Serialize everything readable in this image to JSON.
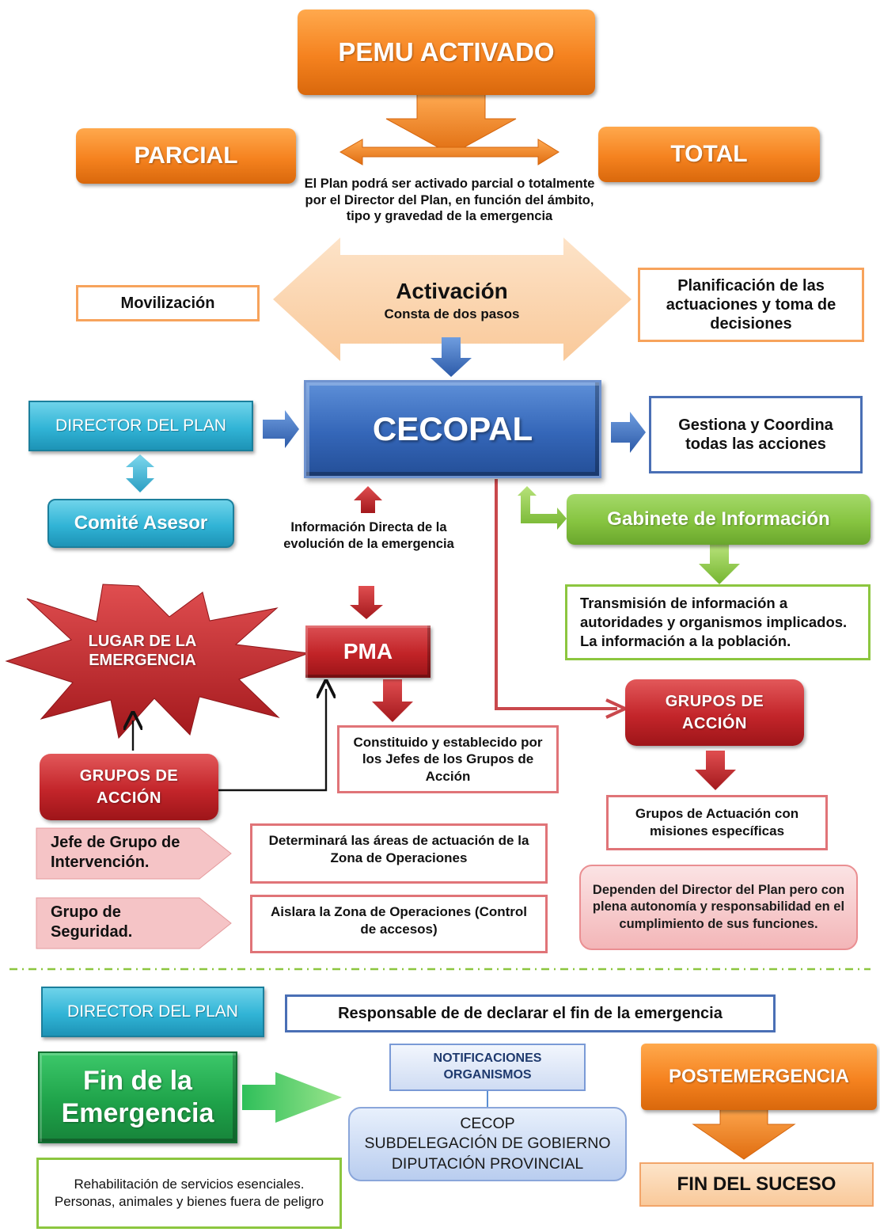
{
  "colors": {
    "orange": "#f5821f",
    "teal": "#31b4d6",
    "blue": "#2f63b8",
    "red": "#c3252a",
    "green": "#86c440",
    "dark_green": "#1fa34a"
  },
  "top": {
    "pemu": "PEMU ACTIVADO",
    "parcial": "PARCIAL",
    "total": "TOTAL",
    "explanation": "El Plan podrá ser activado parcial o totalmente por el Director del Plan, en función del ámbito, tipo y gravedad de la emergencia"
  },
  "activation": {
    "title": "Activación",
    "subtitle": "Consta de dos pasos",
    "left_step": "Movilización",
    "right_step": "Planificación de las actuaciones y toma de decisiones"
  },
  "cecopal": {
    "title": "CECOPAL",
    "director": "DIRECTOR DEL PLAN",
    "comite": "Comité Asesor",
    "gestiona": "Gestiona y Coordina todas las acciones",
    "gabinete": "Gabinete de Información",
    "transmision": "Transmisión de información a autoridades y organismos implicados. La información a la población.",
    "info_directa": "Información Directa de la evolución de la emergencia"
  },
  "field": {
    "lugar": "LUGAR DE LA EMERGENCIA",
    "pma": "PMA",
    "pma_desc": "Constituido y establecido por los Jefes de los Grupos de Acción",
    "grupos_left": "GRUPOS DE ACCIÓN",
    "jefe_grupo": "Jefe de Grupo de Intervención.",
    "jefe_desc": "Determinará las áreas de actuación de la Zona de Operaciones",
    "grupo_seguridad": "Grupo de Seguridad.",
    "seguridad_desc": "Aislara la Zona de Operaciones (Control de accesos)",
    "grupos_right": "GRUPOS DE ACCIÓN",
    "actuacion": "Grupos de Actuación con misiones específicas",
    "dependen": "Dependen del Director del Plan pero con plena autonomía y responsabilidad en el cumplimiento de sus funciones."
  },
  "end": {
    "director": "DIRECTOR DEL PLAN",
    "responsable": "Responsable de de declarar el fin de la emergencia",
    "fin_line1": "Fin de la",
    "fin_line2": "Emergencia",
    "notificaciones": "NOTIFICACIONES ORGANISMOS",
    "cecop": "CECOP",
    "subdelegacion": "SUBDELEGACIÓN DE GOBIERNO",
    "diputacion": "DIPUTACIÓN PROVINCIAL",
    "postemergencia": "POSTEMERGENCIA",
    "fin_suceso": "FIN DEL SUCESO",
    "rehabilitacion": "Rehabilitación de servicios esenciales. Personas, animales y bienes fuera de peligro"
  }
}
